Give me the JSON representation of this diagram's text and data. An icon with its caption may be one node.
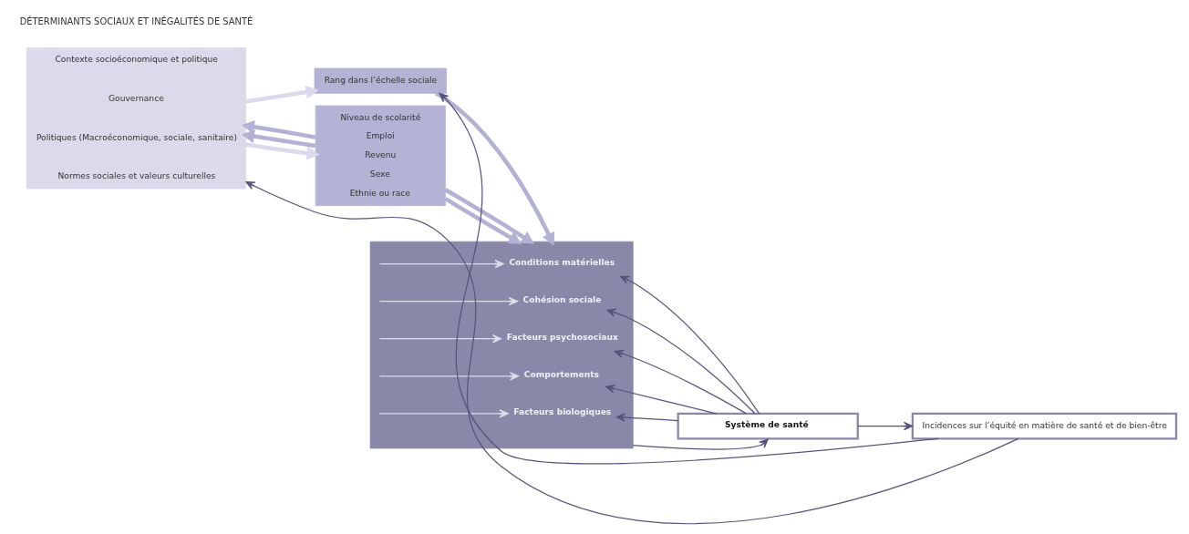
{
  "diagram": {
    "nodes": [
      {
        "text": [
          "Contexte socioéconomique et politique",
          "Gouvernance",
          "Politiques (Macroéconomique, sociale, sanitaire)",
          "Normes sociales et valeurs culturelles"
        ]
      },
      {
        "text": [
          "Rang dans l’échelle sociale"
        ]
      },
      {
        "text": [
          "Niveau de scolarité",
          "Emploi",
          "Revenu",
          "Sexe",
          "Ethnie ou race"
        ]
      },
      {
        "text": [],
        "shape": "box"
      },
      {
        "text": [
          "Conditions matérielles"
        ],
        "in": 3
      },
      {
        "text": [
          "Cohésion sociale"
        ],
        "in": 3
      },
      {
        "text": [
          "Facteurs psychosociaux"
        ],
        "in": 3
      },
      {
        "text": [
          "Comportements"
        ],
        "in": 3
      },
      {
        "text": [
          "Facteurs biologiques"
        ],
        "in": 3
      },
      {
        "text": [
          "Système de santé"
        ]
      },
      {
        "text": [
          "Incidences sur l’équité en matière de santé et de bien-être"
        ]
      }
    ],
    "edges": [
      {
        "from": 10,
        "to": 0,
        "arrow": "to"
      },
      {
        "from": 10,
        "to": 1,
        "arrow": "to"
      },
      {
        "from": 0,
        "to": 1,
        "arrow": "to",
        "style": "thick",
        "color": "#dcd9ec"
      },
      {
        "from": 2,
        "to": 0,
        "arrow": "to",
        "style": "thick",
        "color": "#b3b1d4"
      },
      {
        "from": 0,
        "to": 2,
        "arrow": "to",
        "style": "thick",
        "color": "#dcd9ec"
      },
      {
        "from": 2,
        "to": 0,
        "arrow": "to",
        "style": "thick",
        "color": "#b3b1d4"
      },
      {
        "from": 1,
        "to": 3,
        "arrow": "to",
        "style": "thick",
        "color": "#b3b1d4"
      },
      {
        "from": 2,
        "to": 3,
        "arrow": "to",
        "style": "thick",
        "color": "#b3b1d4"
      },
      {
        "from": 2,
        "to": 3,
        "arrow": "to",
        "style": "thick",
        "color": "#b3b1d4"
      },
      {
        "from": null,
        "to": 4,
        "arrow": "to",
        "color": "#d8e0ea"
      },
      {
        "from": null,
        "to": 5,
        "arrow": "to",
        "color": "#d8e0ea"
      },
      {
        "from": null,
        "to": 6,
        "arrow": "to",
        "color": "#d8e0ea"
      },
      {
        "from": null,
        "to": 7,
        "arrow": "to",
        "color": "#d8e0ea"
      },
      {
        "from": null,
        "to": 8,
        "arrow": "to",
        "color": "#d8e0ea"
      },
      {
        "from": 9,
        "to": 4,
        "arrow": "to"
      },
      {
        "from": 9,
        "to": 5,
        "arrow": "to"
      },
      {
        "from": 9,
        "to": 6,
        "arrow": "to"
      },
      {
        "from": 9,
        "to": 7,
        "arrow": "to"
      },
      {
        "from": 9,
        "to": 8,
        "arrow": "to"
      },
      {
        "from": 3,
        "to": 9,
        "arrow": "to"
      },
      {
        "from": 9,
        "to": 10,
        "arrow": "to"
      }
    ],
    "labels": [
      "DÉTERMINANTS SOCIAUX ET INÉGALITÉS DE SANTÉ"
    ]
  }
}
